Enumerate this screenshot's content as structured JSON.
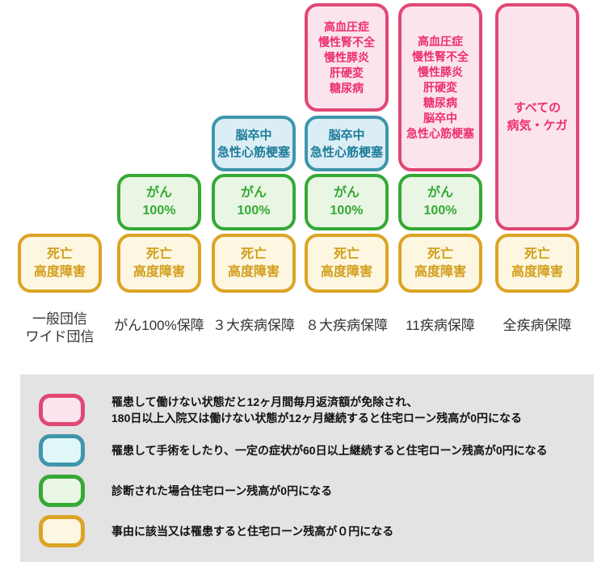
{
  "colors": {
    "pink": {
      "border": "#e04874",
      "fill": "#fbe4ee",
      "text": "#ed2f6e"
    },
    "blue": {
      "border": "#3e96ac",
      "fill": "#dceef5",
      "fill-cyan": "#e0f7f9",
      "text": "#1e7d9b"
    },
    "green": {
      "border": "#35a935",
      "fill": "#e9f6e3",
      "text": "#35a935"
    },
    "yellow": {
      "border": "#dca425",
      "fill": "#fdf6e1",
      "text": "#d29e1a"
    },
    "label": "#333333",
    "legend_bg": "#e3e3e3",
    "legend_text": "#111111"
  },
  "diagram": {
    "columns": [
      {
        "label": "一般団信\nワイド団信",
        "boxes": [
          {
            "type": "yellow",
            "text": "死亡\n高度障害"
          }
        ]
      },
      {
        "label": "がん100%保障",
        "boxes": [
          {
            "type": "green",
            "text": "がん\n100%"
          },
          {
            "type": "yellow",
            "text": "死亡\n高度障害"
          }
        ]
      },
      {
        "label": "３大疾病保障",
        "boxes": [
          {
            "type": "blue",
            "text": "脳卒中\n急性心筋梗塞"
          },
          {
            "type": "green",
            "text": "がん\n100%"
          },
          {
            "type": "yellow",
            "text": "死亡\n高度障害"
          }
        ]
      },
      {
        "label": "８大疾病保障",
        "boxes": [
          {
            "type": "pink",
            "text": "高血圧症\n慢性腎不全\n慢性膵炎\n肝硬変\n糖尿病"
          },
          {
            "type": "blue",
            "text": "脳卒中\n急性心筋梗塞"
          },
          {
            "type": "green",
            "text": "がん\n100%"
          },
          {
            "type": "yellow",
            "text": "死亡\n高度障害"
          }
        ]
      },
      {
        "label": "11疾病保障",
        "boxes": [
          {
            "type": "pink",
            "text": "高血圧症\n慢性腎不全\n慢性膵炎\n肝硬変\n糖尿病\n脳卒中\n急性心筋梗塞"
          },
          {
            "type": "green",
            "text": "がん\n100%"
          },
          {
            "type": "yellow",
            "text": "死亡\n高度障害"
          }
        ]
      },
      {
        "label": "全疾病保障",
        "boxes": [
          {
            "type": "pink",
            "text": "すべての\n病気・ケガ"
          },
          {
            "type": "yellow",
            "text": "死亡\n高度障害"
          }
        ]
      }
    ]
  },
  "legend": {
    "items": [
      {
        "type": "pink",
        "text": "罹患して働けない状態だと12ヶ月間毎月返済額が免除され、\n180日以上入院又は働けない状態が12ヶ月継続すると住宅ローン残高が0円になる"
      },
      {
        "type": "blue",
        "text": "罹患して手術をしたり、一定の症状が60日以上継続すると住宅ローン残高が0円になる"
      },
      {
        "type": "green",
        "text": "診断された場合住宅ローン残高が0円になる"
      },
      {
        "type": "yellow",
        "text": "事由に該当又は罹患すると住宅ローン残高が０円になる"
      }
    ]
  }
}
